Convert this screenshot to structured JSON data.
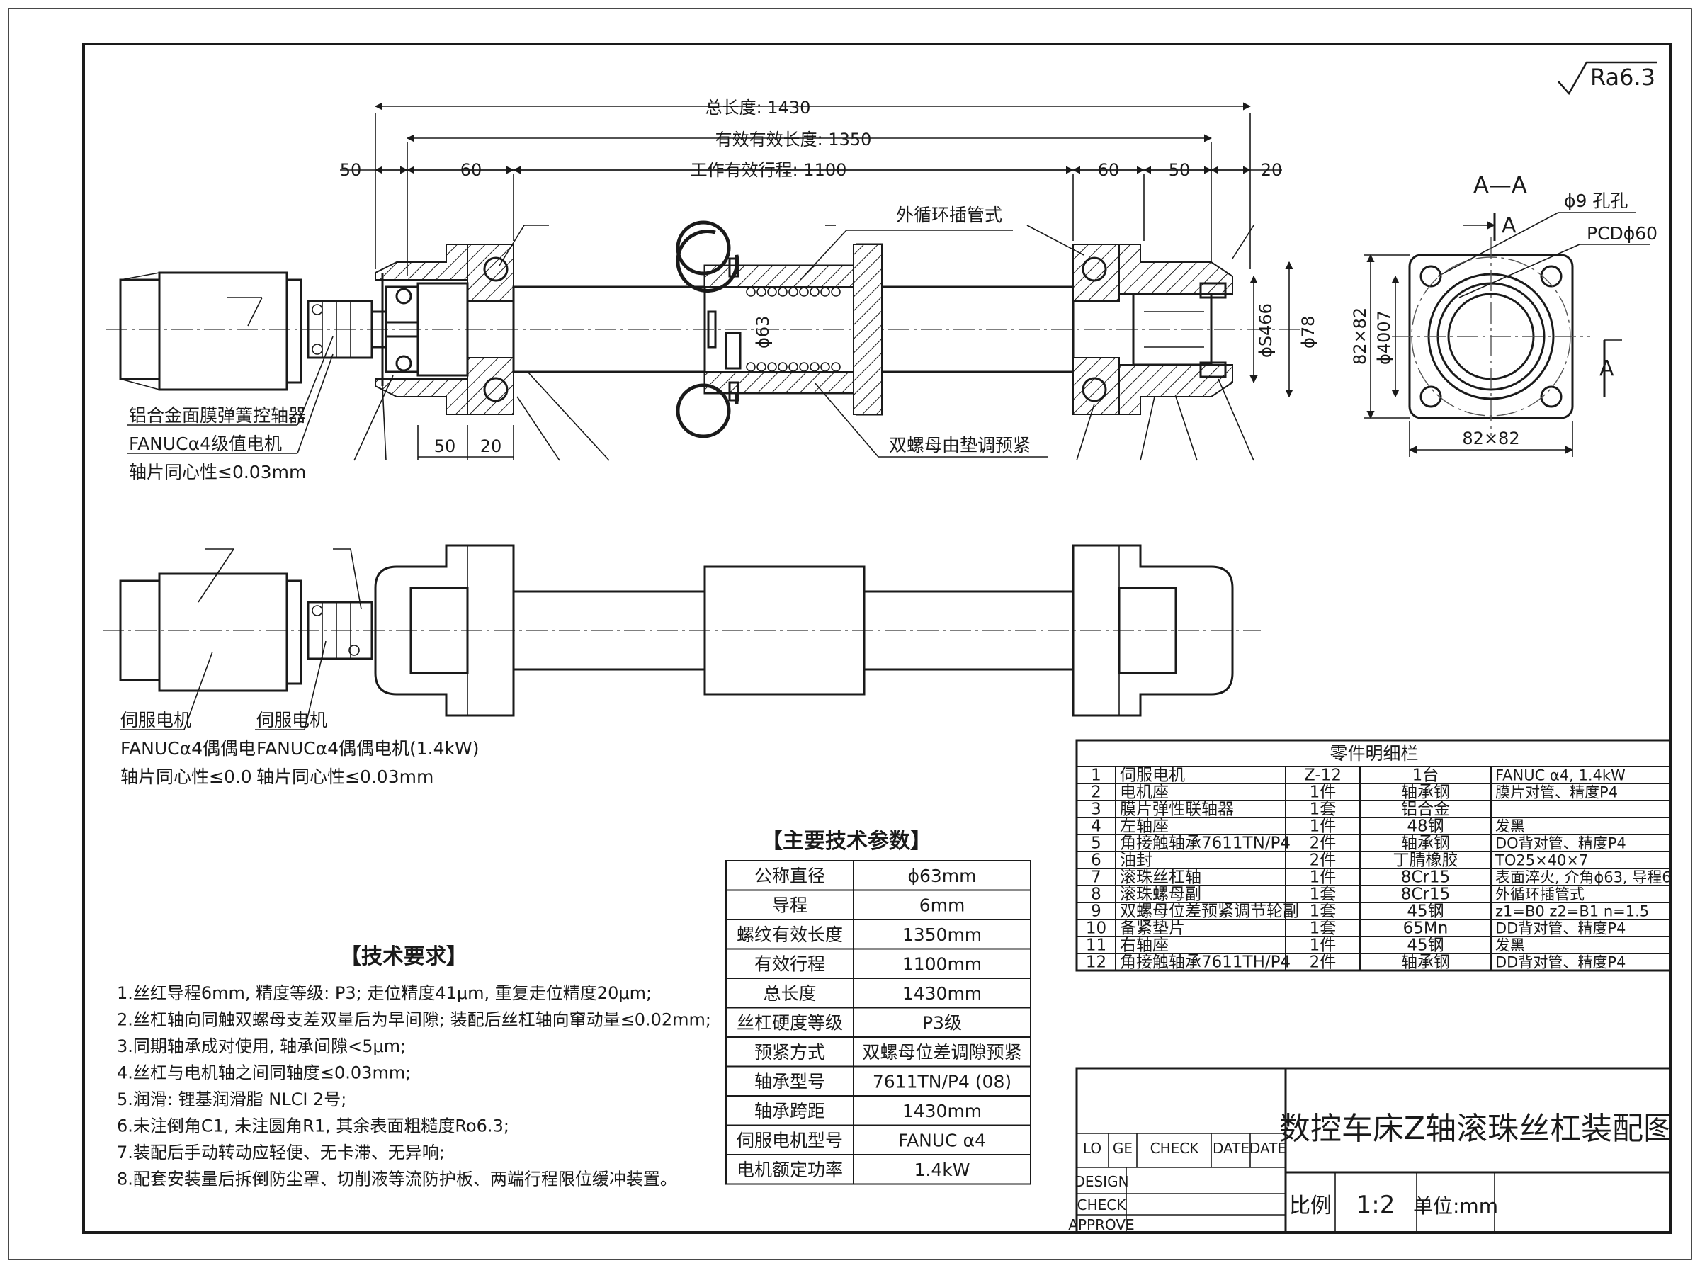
{
  "roughness": "Ra6.3",
  "dimensions": {
    "total_length": "总长度: 1430",
    "thread_length": "有效有效长度: 1350",
    "stroke": "工作有效行程: 1100",
    "d50_left": "50",
    "d60_left": "60",
    "d60_right": "60",
    "d50_right": "50",
    "d20_right": "20",
    "d50_bottom": "50",
    "d20_bottom": "20",
    "dia63": "ϕ63",
    "dia_s46": "ϕS466",
    "dia78": "ϕ78",
    "flange_h": "82×82",
    "flange_dia": "ϕ4007",
    "flange_w": "82×82"
  },
  "callouts": {
    "return_tube": "外循环插管式",
    "double_nut": "双螺母由垫调预紧",
    "coupling": "铝合金面膜弹簧控轴器",
    "motor_top": "FANUCα4级值电机",
    "concentric_top": "轴片同心性≤0.03mm",
    "servo1": "伺服电机",
    "servo2": "伺服电机",
    "motor_b1": "FANUCα4偶偶电",
    "motor_b2": "FANUCα4偶偶电机(1.4kW)",
    "conc_b1": "轴片同心性≤0.0",
    "conc_b2": "轴片同心性≤0.03mm"
  },
  "section": {
    "title": "A—A",
    "hole": "ϕ9 孔孔",
    "pcd": "PCDϕ60",
    "arrow_a1": "A",
    "arrow_a2": "A"
  },
  "tech_params": {
    "title": "【主要技术参数】",
    "rows": [
      [
        "公称直径",
        "ϕ63mm"
      ],
      [
        "导程",
        "6mm"
      ],
      [
        "螺纹有效长度",
        "1350mm"
      ],
      [
        "有效行程",
        "1100mm"
      ],
      [
        "总长度",
        "1430mm"
      ],
      [
        "丝杠硬度等级",
        "P3级"
      ],
      [
        "预紧方式",
        "双螺母位差调隙预紧"
      ],
      [
        "轴承型号",
        "7611TN/P4 (08)"
      ],
      [
        "轴承跨距",
        "1430mm"
      ],
      [
        "伺服电机型号",
        "FANUC α4"
      ],
      [
        "电机额定功率",
        "1.4kW"
      ]
    ]
  },
  "requirements": {
    "title": "【技术要求】",
    "items": [
      "1.丝红导程6mm, 精度等级: P3; 走位精度41μm, 重复走位精度20μm;",
      "2.丝杠轴向同触双螺母支差双量后为早间隙; 装配后丝杠轴向窜动量≤0.02mm;",
      "3.同期轴承成对使用, 轴承间隙<5μm;",
      "4.丝杠与电机轴之间同轴度≤0.03mm;",
      "5.润滑: 锂基润滑脂 NLCI 2号;",
      "6.未注倒角C1, 未注圆角R1, 其余表面粗糙度Ro6.3;",
      "7.装配后手动转动应轻便、无卡滞、无异响;",
      "8.配套安装量后拆倒防尘罩、切削液等流防护板、两端行程限位缓冲装置。"
    ]
  },
  "parts": {
    "title": "零件明细栏",
    "rows": [
      [
        "1",
        "伺服电机",
        "Z-12",
        "1台",
        "FANUC α4, 1.4kW"
      ],
      [
        "2",
        "电机座",
        "1件",
        "轴承钢",
        "膜片对管、精度P4"
      ],
      [
        "3",
        "膜片弹性联轴器",
        "1套",
        "铝合金",
        ""
      ],
      [
        "4",
        "左轴座",
        "1件",
        "48钢",
        "发黑"
      ],
      [
        "5",
        "角接触轴承7611TN/P4",
        "2件",
        "轴承钢",
        "DO背对管、精度P4"
      ],
      [
        "6",
        "油封",
        "2件",
        "丁腈橡胶",
        "TO25×40×7"
      ],
      [
        "7",
        "滚珠丝杠轴",
        "1件",
        "8Cr15",
        "表面淬火, 介角ϕ63, 导程6"
      ],
      [
        "8",
        "滚珠螺母副",
        "1套",
        "8Cr15",
        "外循环插管式"
      ],
      [
        "9",
        "双螺母位差预紧调节轮副",
        "1套",
        "45钢",
        "z1=B0 z2=B1 n=1.5"
      ],
      [
        "10",
        "备紧垫片",
        "1套",
        "65Mn",
        "DD背对管、精度P4"
      ],
      [
        "11",
        "右轴座",
        "1件",
        "45钢",
        "发黑"
      ],
      [
        "12",
        "角接触轴承7611TH/P4",
        "2件",
        "轴承钢",
        "DD背对管、精度P4"
      ]
    ]
  },
  "title_block": {
    "drawing_title": "数控车床Z轴滚珠丝杠装配图",
    "col_lo": "LO",
    "col_ge": "GE",
    "col_check": "CHECK",
    "col_date1": "DATE",
    "col_date2": "DATE",
    "design": "DESIGN",
    "check": "CHECK",
    "approve": "APPROVE",
    "scale_label": "比例",
    "scale_value": "1:2",
    "unit_label": "单位:mm"
  }
}
